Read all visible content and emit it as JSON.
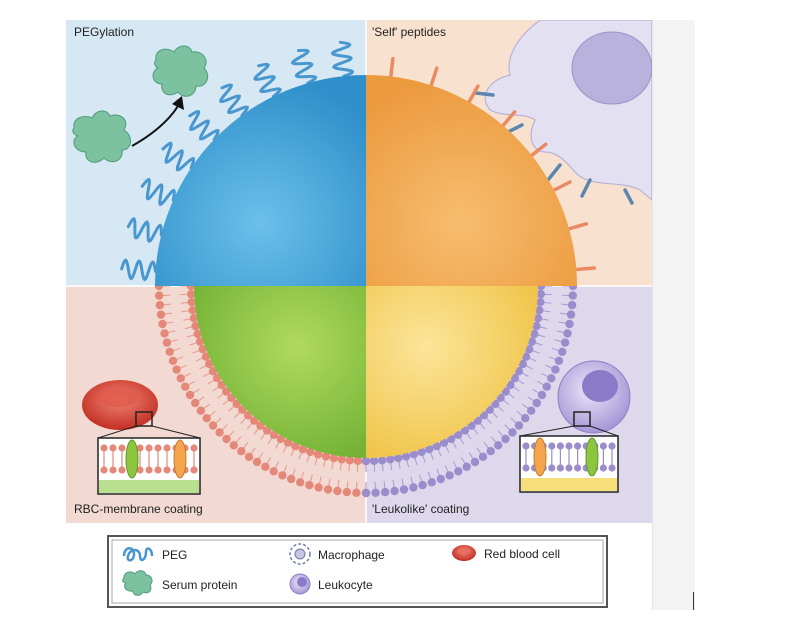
{
  "quadrants": [
    {
      "id": "pegylation",
      "label": "PEGylation",
      "bg": "#d6e8f4",
      "sphere": "#3fa1d6"
    },
    {
      "id": "self-peptides",
      "label": "'Self' peptides",
      "bg": "#f8e2cf",
      "sphere": "#f2a54c"
    },
    {
      "id": "rbc-membrane",
      "label": "RBC-membrane coating",
      "bg": "#f2d9d2",
      "sphere": "#8cc63f"
    },
    {
      "id": "leukolike",
      "label": "'Leukolike' coating",
      "bg": "#ddd8ec",
      "sphere": "#f6d56a"
    }
  ],
  "legend": {
    "items": [
      {
        "icon": "peg-icon",
        "label": "PEG"
      },
      {
        "icon": "macrophage-icon",
        "label": "Macrophage"
      },
      {
        "icon": "red-blood-cell-icon",
        "label": "Red blood cell"
      },
      {
        "icon": "serum-protein-icon",
        "label": "Serum protein"
      },
      {
        "icon": "leukocyte-icon",
        "label": "Leukocyte"
      }
    ]
  },
  "colors": {
    "peg": "#4a97cf",
    "serum_protein": "#7cc2a0",
    "rbc": "#cf3b2c",
    "membrane": "#e4897a",
    "leukocyte_membrane": "#9b8ccc",
    "macrophage": "#c9c4e4"
  }
}
